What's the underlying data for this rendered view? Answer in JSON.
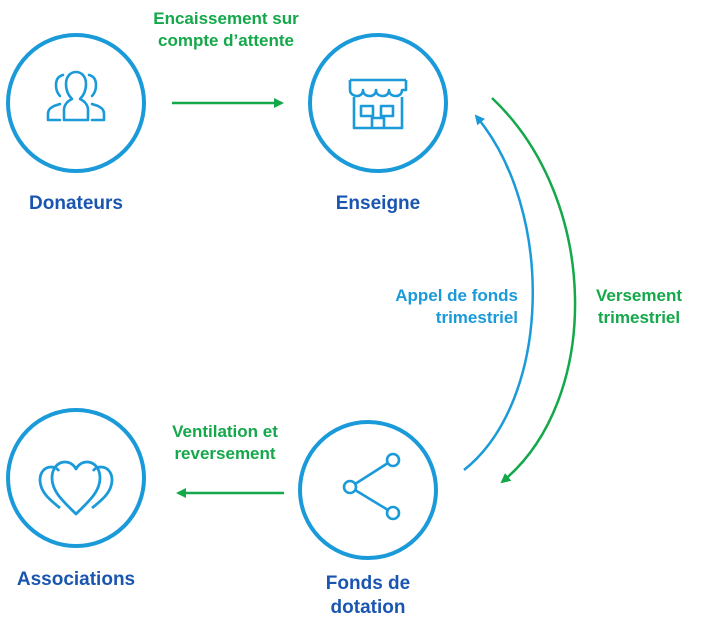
{
  "colors": {
    "circle": "#1b9ad9",
    "label_dark": "#1a56b0",
    "flow_green": "#14a84a",
    "flow_blue": "#1b9ad9"
  },
  "nodes": {
    "donateurs": {
      "label": "Donateurs",
      "icon": "people-icon"
    },
    "enseigne": {
      "label": "Enseigne",
      "icon": "store-icon"
    },
    "associations": {
      "label": "Associations",
      "icon": "hearts-icon"
    },
    "fonds": {
      "label_line1": "Fonds de",
      "label_line2": "dotation",
      "icon": "share-icon"
    }
  },
  "flows": {
    "encaissement": {
      "line1": "Encaissement sur",
      "line2": "compte d’attente"
    },
    "appel": {
      "line1": "Appel de fonds",
      "line2": "trimestriel"
    },
    "versement": {
      "line1": "Versement",
      "line2": "trimestriel"
    },
    "ventilation": {
      "line1": "Ventilation et",
      "line2": "reversement"
    }
  }
}
